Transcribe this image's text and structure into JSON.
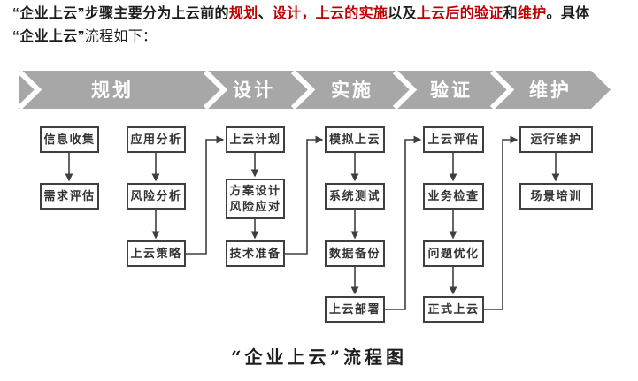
{
  "intro": {
    "line1": [
      {
        "text": "“企业上云”",
        "bold": true,
        "red": false
      },
      {
        "text": "步骤主要分为上云前的",
        "bold": true,
        "red": false
      },
      {
        "text": "规划",
        "bold": true,
        "red": true
      },
      {
        "text": "、",
        "bold": true,
        "red": false
      },
      {
        "text": "设计",
        "bold": true,
        "red": true
      },
      {
        "text": "，",
        "bold": true,
        "red": true
      },
      {
        "text": "上云的实施",
        "bold": true,
        "red": true
      },
      {
        "text": "以及",
        "bold": true,
        "red": false
      },
      {
        "text": "上云后的验证",
        "bold": true,
        "red": true
      },
      {
        "text": "和",
        "bold": true,
        "red": false
      },
      {
        "text": "维护",
        "bold": true,
        "red": true
      },
      {
        "text": "。具体",
        "bold": true,
        "red": false
      }
    ],
    "line2": [
      {
        "text": "“企业上云”",
        "bold": true,
        "red": false
      },
      {
        "text": "流程如下：",
        "bold": false,
        "red": false
      }
    ]
  },
  "colors": {
    "highlight_red": "#c00000",
    "body_text": "#1d1d1d",
    "banner_fill": "#a7a7a7",
    "banner_text": "#ffffff",
    "line_color": "#3f3f3f"
  },
  "banner": {
    "phases": [
      {
        "label": "规划"
      },
      {
        "label": "设计"
      },
      {
        "label": "实施"
      },
      {
        "label": "验证"
      },
      {
        "label": "维护"
      }
    ]
  },
  "flow": {
    "boxes": [
      {
        "id": "info-collect",
        "lines": [
          "信息收集"
        ]
      },
      {
        "id": "demand-eval",
        "lines": [
          "需求评估"
        ]
      },
      {
        "id": "app-analysis",
        "lines": [
          "应用分析"
        ]
      },
      {
        "id": "risk-analysis",
        "lines": [
          "风险分析"
        ]
      },
      {
        "id": "cloud-strategy",
        "lines": [
          "上云策略"
        ]
      },
      {
        "id": "cloud-plan",
        "lines": [
          "上云计划"
        ]
      },
      {
        "id": "solution-design",
        "lines": [
          "方案设计",
          "风险应对"
        ]
      },
      {
        "id": "tech-prep",
        "lines": [
          "技术准备"
        ]
      },
      {
        "id": "sim-cloud",
        "lines": [
          "模拟上云"
        ]
      },
      {
        "id": "sys-test",
        "lines": [
          "系统测试"
        ]
      },
      {
        "id": "data-backup",
        "lines": [
          "数据备份"
        ]
      },
      {
        "id": "cloud-deploy",
        "lines": [
          "上云部署"
        ]
      },
      {
        "id": "cloud-eval",
        "lines": [
          "上云评估"
        ]
      },
      {
        "id": "biz-check",
        "lines": [
          "业务检查"
        ]
      },
      {
        "id": "issue-opt",
        "lines": [
          "问题优化"
        ]
      },
      {
        "id": "official-cloud",
        "lines": [
          "正式上云"
        ]
      },
      {
        "id": "op-maint",
        "lines": [
          "运行维护"
        ]
      },
      {
        "id": "scene-training",
        "lines": [
          "场景培训"
        ]
      }
    ]
  },
  "caption": {
    "text": "“企业上云”流程图"
  }
}
